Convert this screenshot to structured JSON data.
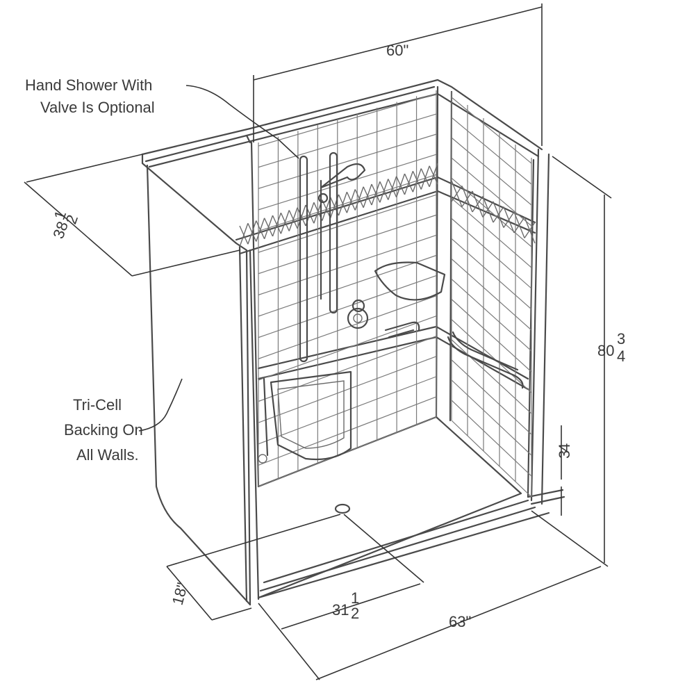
{
  "callouts": {
    "hand_shower": [
      "Hand Shower With",
      "Valve Is Optional"
    ],
    "tri_cell": [
      "Tri-Cell",
      "Backing On",
      "All Walls."
    ]
  },
  "dimensions": {
    "width_top": "60\"",
    "depth_top": "38",
    "depth_top_frac_num": "1",
    "depth_top_frac_den": "2",
    "height": "80",
    "height_frac_num": "3",
    "height_frac_den": "4",
    "threshold_num": "3",
    "threshold_den": "4",
    "drain_offset": "18\"",
    "drain_center": "31",
    "drain_center_frac_num": "1",
    "drain_center_frac_den": "2",
    "width_bottom": "63\""
  }
}
